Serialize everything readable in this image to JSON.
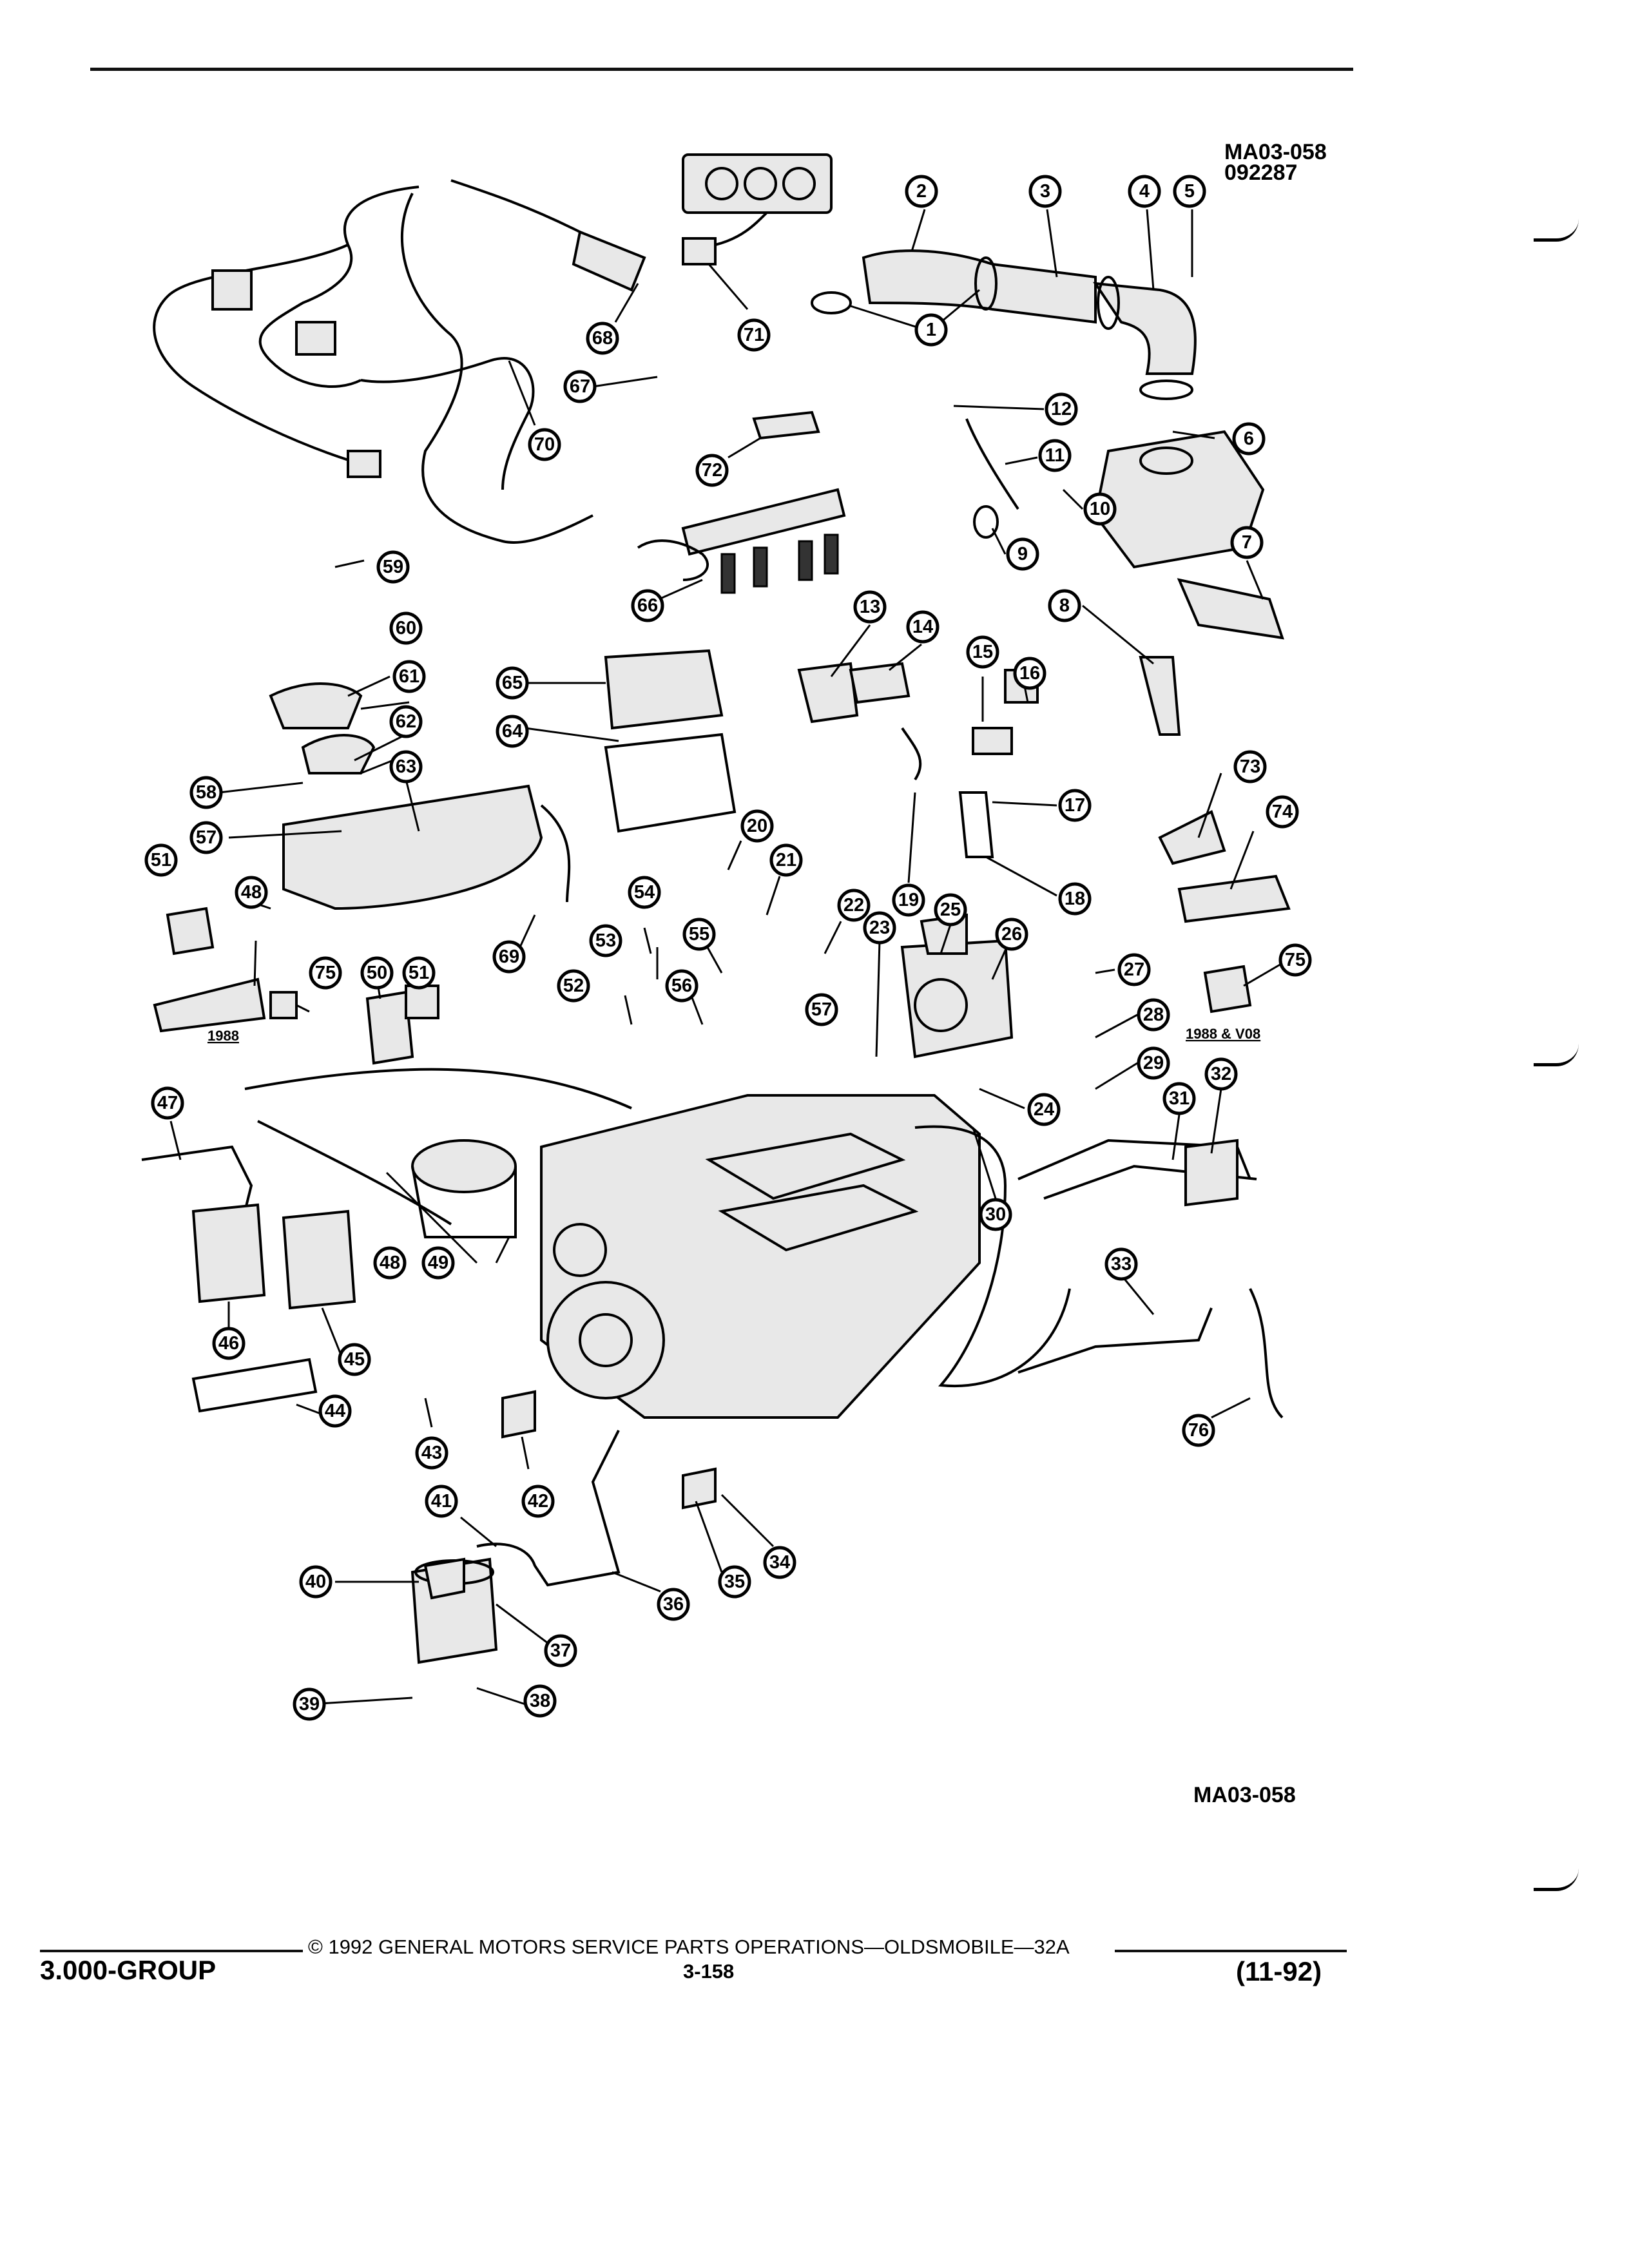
{
  "header": {
    "figure_code": "MA03-058",
    "figure_date": "092287"
  },
  "footer": {
    "figure_code": "MA03-058",
    "group": "3.000-GROUP",
    "copyright": "© 1992 GENERAL MOTORS SERVICE PARTS OPERATIONS—OLDSMOBILE—32A",
    "page_number": "3-158",
    "date": "(11-92)"
  },
  "variant_labels": {
    "v1988_left": "1988",
    "v1988_right": "1988 & V08"
  },
  "callouts": [
    "1",
    "2",
    "3",
    "4",
    "5",
    "6",
    "7",
    "8",
    "9",
    "10",
    "11",
    "12",
    "13",
    "14",
    "15",
    "16",
    "17",
    "18",
    "19",
    "20",
    "21",
    "22",
    "23",
    "24",
    "25",
    "26",
    "27",
    "28",
    "29",
    "30",
    "31",
    "32",
    "33",
    "34",
    "35",
    "36",
    "37",
    "38",
    "39",
    "40",
    "41",
    "42",
    "43",
    "44",
    "45",
    "46",
    "47",
    "48",
    "48",
    "49",
    "50",
    "51",
    "51",
    "52",
    "53",
    "54",
    "55",
    "56",
    "57",
    "57",
    "58",
    "59",
    "60",
    "61",
    "62",
    "63",
    "64",
    "65",
    "66",
    "67",
    "68",
    "69",
    "70",
    "71",
    "72",
    "73",
    "74",
    "75",
    "75",
    "76"
  ]
}
